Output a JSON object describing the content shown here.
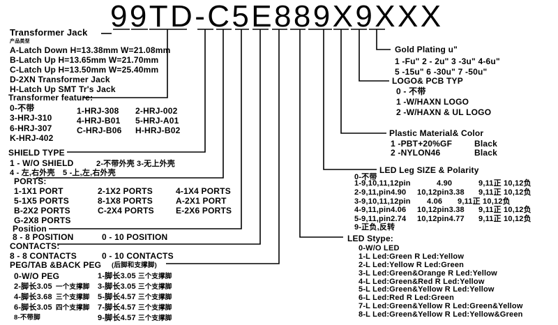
{
  "code": "99TD-C5E889X9XXX",
  "transformer_jack": {
    "title": "Transformer Jack",
    "sub": "产品类型",
    "items": [
      "A-Latch Down H=13.38mm W=21.08mm",
      "B-Latch Up H=13.65mm W=21.70mm",
      "C-Latch Up H=13.50mm W=25.40mm",
      "D-2XN Transformer Jack",
      "H-Latch Up SMT Tr's Jack"
    ]
  },
  "transformer_feature": {
    "title": "Transformer feature:",
    "col1": [
      "0-不带",
      "3-HRJ-310",
      "6-HRJ-307",
      "K-HRJ-402"
    ],
    "col2": [
      "1-HRJ-308",
      "4-HRJ-B01",
      "C-HRJ-B06"
    ],
    "col3": [
      "2-HRJ-002",
      "5-HRJ-A01",
      "H-HRJ-B02"
    ]
  },
  "shield_type": {
    "title": "SHIELD TYPE",
    "line1a": "1 - W/O SHIELD",
    "line1b": "2-不带外壳",
    "line1c": "3-无上外壳",
    "line2a": "4 - 左,右外壳",
    "line2b": "5 -上,左,右外壳"
  },
  "ports": {
    "title": "PORTS:",
    "col1": [
      "1-1X1 PORT",
      "5-1X5 PORTS",
      "B-2X2 PORTS",
      "G-2X8 PORTS"
    ],
    "col2": [
      "2-1X2 PORTS",
      "8-1X8 PORTS",
      "C-2X4 PORTS"
    ],
    "col3": [
      "4-1X4 PORTS",
      "A-2X1 PORT",
      "E-2X6 PORTS"
    ]
  },
  "position": {
    "title": "Position",
    "a": "8 - 8 POSITION",
    "b": "0 - 10 POSITION"
  },
  "contacts": {
    "title": "CONTACTS:",
    "a": "8 - 8 CONTACTS",
    "b": "0 - 10 CONTACTS"
  },
  "peg": {
    "title": "PEG/TAB &BACK PEG",
    "title_cn": "(后脚和支撑脚)",
    "col1": [
      [
        "0-W/O PEG",
        ""
      ],
      [
        "2-脚长3.05",
        "一个支撑脚"
      ],
      [
        "4-脚长3.68",
        "三个支撑脚"
      ],
      [
        "6-脚长3.05",
        "四个支撑脚"
      ],
      [
        "8-不带脚",
        ""
      ]
    ],
    "col2": [
      [
        "1-脚长3.05",
        "三个支撑脚"
      ],
      [
        "3-脚长3.05",
        "三个支撑脚"
      ],
      [
        "5-脚长4.57",
        "三个支撑脚"
      ],
      [
        "7-脚长4.57",
        "三个支撑脚"
      ],
      [
        "9-脚长4.57",
        "三个支撑脚"
      ]
    ]
  },
  "gold": {
    "title": "Gold Plating u\"",
    "line1": "1 -Fu\" 2 - 2u\" 3 -3u\" 4-6u\"",
    "line2": "5 -15u\" 6 -30u\" 7 -50u\""
  },
  "logo": {
    "title": "LOGO& PCB TYP",
    "items": [
      "0 - 不带",
      "1 -W/HAXN LOGO",
      "2 -W/HAXN & UL LOGO"
    ]
  },
  "plastic": {
    "title": "Plastic Material& Color",
    "items": [
      [
        "1 -PBT+20%GF",
        "Black"
      ],
      [
        "2 -NYLON46",
        "Black"
      ]
    ]
  },
  "led_leg": {
    "title": "LED Leg SIZE & Polarity",
    "zero": "0-不带",
    "rows": [
      [
        "1-9,10,11,12pin",
        "4.90",
        "9,11正 10,12负"
      ],
      [
        "2-9,11,pin4.90",
        "10,12pin3.38",
        "9,11正 10,12负"
      ],
      [
        "3-9,10,11,12pin",
        "4.06",
        "9,11正 10,12负"
      ],
      [
        "4-9,11,pin4.06",
        "10,12pin3.38",
        "9,11正 10,12负"
      ],
      [
        "5-9,11,pin2.74",
        "10,12pin4.77",
        "9,11正 10,12负"
      ]
    ],
    "nine": "9-正负,反转"
  },
  "led_style": {
    "title": "LED Stype:",
    "items": [
      "0-W/O LED",
      "1-L Led:Green R Led:Yellow",
      "2-L Led:Yellow R Led:Green",
      "3-L Led:Green&Orange R Led:Yellow",
      "4-L Led:Green&Red R Led:Yellow",
      "5-L Led:Green&Yellow R Led:Yellow",
      "6-L Led:Red R Led:Green",
      "7-L Led:Green&Yellow R Led:Green&Yellow",
      "8-L Led:Green&Yellow R Led:Yellow&Green"
    ]
  }
}
